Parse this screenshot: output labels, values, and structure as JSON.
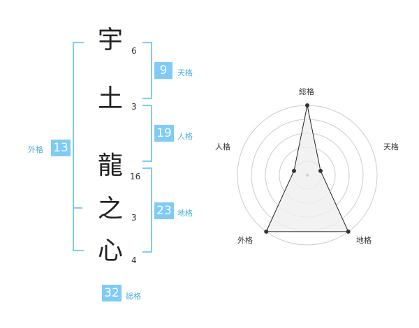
{
  "name": {
    "characters": [
      {
        "char": "宇",
        "strokes": "6"
      },
      {
        "char": "土",
        "strokes": "3"
      },
      {
        "char": "龍",
        "strokes": "16"
      },
      {
        "char": "之",
        "strokes": "3"
      },
      {
        "char": "心",
        "strokes": "4"
      }
    ]
  },
  "kakusu": {
    "tenkaku": {
      "value": "9",
      "label": "天格"
    },
    "jinkaku": {
      "value": "19",
      "label": "人格"
    },
    "chikaku": {
      "value": "23",
      "label": "地格"
    },
    "gaikaku": {
      "value": "13",
      "label": "外格"
    },
    "soukaku": {
      "value": "32",
      "label": "総格"
    }
  },
  "colors": {
    "accent": "#7fcbf5",
    "accent_text": "#4aaee0",
    "radar_fill": "#efefef",
    "radar_ring": "#cccccc"
  },
  "chart_data": {
    "type": "radar",
    "axes": [
      "総格",
      "天格",
      "地格",
      "外格",
      "人格"
    ],
    "max": 5,
    "rings": 5,
    "values": [
      5,
      1,
      5,
      5,
      1
    ]
  }
}
